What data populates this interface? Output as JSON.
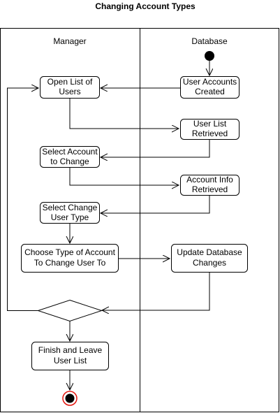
{
  "diagram": {
    "title": "Changing Account Types",
    "lanes": [
      {
        "id": "manager",
        "label": "Manager"
      },
      {
        "id": "database",
        "label": "Database"
      }
    ],
    "nodes": {
      "open_list": {
        "line1": "Open List of",
        "line2": "Users"
      },
      "user_accounts": {
        "line1": "User Accounts",
        "line2": "Created"
      },
      "user_list_retrieved": {
        "line1": "User List",
        "line2": "Retrieved"
      },
      "select_account": {
        "line1": "Select Account",
        "line2": "to Change"
      },
      "account_info": {
        "line1": "Account Info",
        "line2": "Retrieved"
      },
      "select_change": {
        "line1": "Select Change",
        "line2": "User Type"
      },
      "choose_type": {
        "line1": "Choose Type of Account",
        "line2": "To Change User To"
      },
      "update_db": {
        "line1": "Update Database",
        "line2": "Changes"
      },
      "finish": {
        "line1": "Finish and Leave",
        "line2": "User List"
      }
    }
  }
}
